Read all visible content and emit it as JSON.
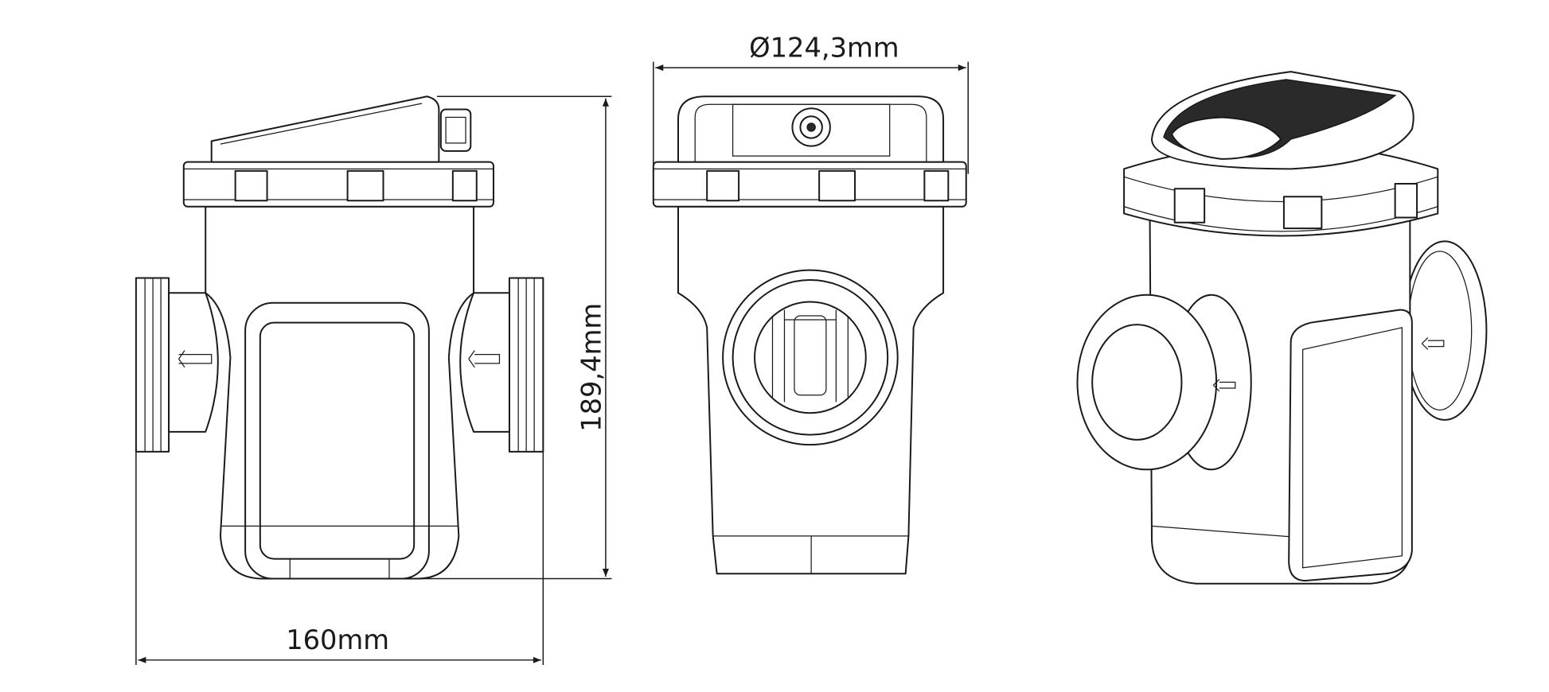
{
  "title": "Filter housing dimensional drawing",
  "views": [
    "side-view",
    "front-view",
    "perspective-view"
  ],
  "dimensions": {
    "width": "160mm",
    "height": "189,4mm",
    "diameter": "Ø124,3mm"
  }
}
